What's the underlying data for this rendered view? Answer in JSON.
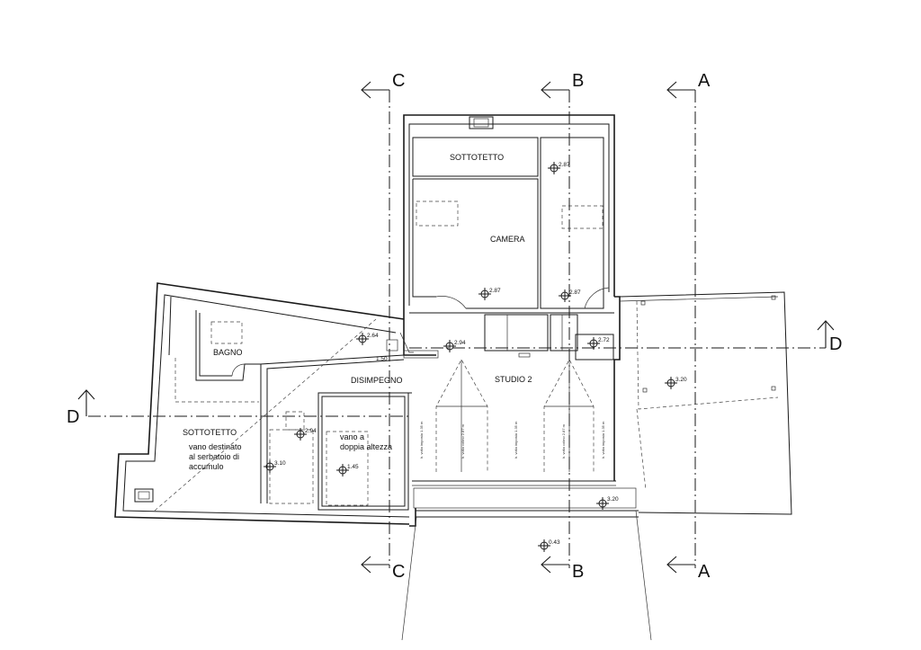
{
  "rooms": {
    "sottotetto_top": "SOTTOTETTO",
    "camera": "CAMERA",
    "bagno": "BAGNO",
    "disimpegno": "DISIMPEGNO",
    "studio": "STUDIO 2",
    "sottotetto_left": "SOTTOTETTO",
    "note_line1": "vano destinato",
    "note_line2": "al serbatoio di",
    "note_line3": "accumulo",
    "vano_line1": "vano a",
    "vano_line2": "doppia altezza"
  },
  "sections": {
    "a_top": "A",
    "a_bottom": "A",
    "b_top": "B",
    "b_bottom": "B",
    "c_top": "C",
    "c_bottom": "C",
    "d_left": "D",
    "d_right": "D"
  },
  "levels": {
    "l1": "2.87",
    "l2": "2.87",
    "l3": "2.87",
    "l4": "2.64",
    "l5": "2.94",
    "l6": "2.72",
    "l7": "3.20",
    "l8": "2.94",
    "l9": "3.10",
    "l10": "1.45",
    "l11": "3.20",
    "l12": "0.43",
    "l13": "1.50"
  }
}
